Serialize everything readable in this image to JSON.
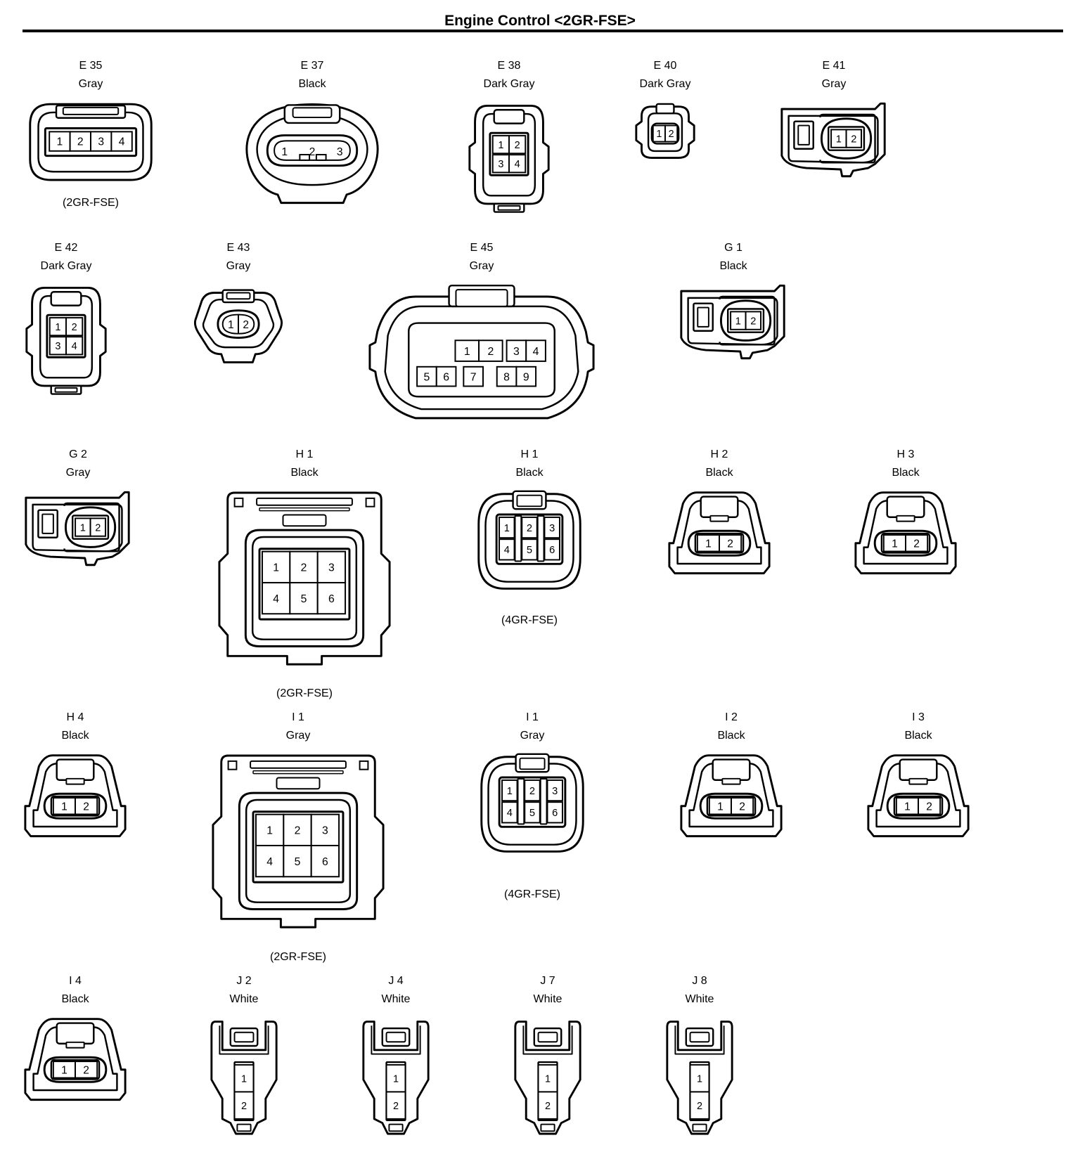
{
  "page": {
    "title": "Engine Control <2GR-FSE>"
  },
  "connectors": [
    {
      "id": "e35",
      "code": "E 35",
      "color": "Gray",
      "variant": "(2GR-FSE)",
      "shape": "wide4",
      "pins": [
        "1",
        "2",
        "3",
        "4"
      ]
    },
    {
      "id": "e37",
      "code": "E 37",
      "color": "Black",
      "shape": "oval3",
      "pins": [
        "1",
        "2",
        "3"
      ]
    },
    {
      "id": "e38",
      "code": "E 38",
      "color": "Dark Gray",
      "shape": "sq4",
      "pins": [
        "1",
        "2",
        "3",
        "4"
      ]
    },
    {
      "id": "e40",
      "code": "E 40",
      "color": "Dark Gray",
      "shape": "tiny2",
      "pins": [
        "1",
        "2"
      ]
    },
    {
      "id": "e41",
      "code": "E 41",
      "color": "Gray",
      "shape": "side2",
      "pins": [
        "1",
        "2"
      ]
    },
    {
      "id": "e42",
      "code": "E 42",
      "color": "Dark Gray",
      "shape": "sq4",
      "pins": [
        "1",
        "2",
        "3",
        "4"
      ]
    },
    {
      "id": "e43",
      "code": "E 43",
      "color": "Gray",
      "shape": "round2",
      "pins": [
        "1",
        "2"
      ]
    },
    {
      "id": "e45",
      "code": "E 45",
      "color": "Gray",
      "shape": "big9",
      "pins": [
        "1",
        "2",
        "3",
        "4",
        "5",
        "6",
        "7",
        "8",
        "9"
      ]
    },
    {
      "id": "g1",
      "code": "G 1",
      "color": "Black",
      "shape": "side2",
      "pins": [
        "1",
        "2"
      ]
    },
    {
      "id": "g2",
      "code": "G 2",
      "color": "Gray",
      "shape": "side2",
      "pins": [
        "1",
        "2"
      ]
    },
    {
      "id": "h1a",
      "code": "H 1",
      "color": "Black",
      "variant": "(2GR-FSE)",
      "shape": "box6",
      "pins": [
        "1",
        "2",
        "3",
        "4",
        "5",
        "6"
      ]
    },
    {
      "id": "h1b",
      "code": "H 1",
      "color": "Black",
      "variant": "(4GR-FSE)",
      "shape": "rnd6",
      "pins": [
        "1",
        "2",
        "3",
        "4",
        "5",
        "6"
      ]
    },
    {
      "id": "h2",
      "code": "H 2",
      "color": "Black",
      "shape": "tri2",
      "pins": [
        "1",
        "2"
      ]
    },
    {
      "id": "h3",
      "code": "H 3",
      "color": "Black",
      "shape": "tri2",
      "pins": [
        "1",
        "2"
      ]
    },
    {
      "id": "h4",
      "code": "H 4",
      "color": "Black",
      "shape": "tri2",
      "pins": [
        "1",
        "2"
      ]
    },
    {
      "id": "i1a",
      "code": "I 1",
      "color": "Gray",
      "variant": "(2GR-FSE)",
      "shape": "box6",
      "pins": [
        "1",
        "2",
        "3",
        "4",
        "5",
        "6"
      ]
    },
    {
      "id": "i1b",
      "code": "I 1",
      "color": "Gray",
      "variant": "(4GR-FSE)",
      "shape": "rnd6",
      "pins": [
        "1",
        "2",
        "3",
        "4",
        "5",
        "6"
      ]
    },
    {
      "id": "i2",
      "code": "I 2",
      "color": "Black",
      "shape": "tri2",
      "pins": [
        "1",
        "2"
      ]
    },
    {
      "id": "i3",
      "code": "I 3",
      "color": "Black",
      "shape": "tri2",
      "pins": [
        "1",
        "2"
      ]
    },
    {
      "id": "i4",
      "code": "I 4",
      "color": "Black",
      "shape": "tri2",
      "pins": [
        "1",
        "2"
      ]
    },
    {
      "id": "j2",
      "code": "J 2",
      "color": "White",
      "shape": "plug2",
      "pins": [
        "1",
        "2"
      ]
    },
    {
      "id": "j4",
      "code": "J 4",
      "color": "White",
      "shape": "plug2",
      "pins": [
        "1",
        "2"
      ]
    },
    {
      "id": "j7",
      "code": "J 7",
      "color": "White",
      "shape": "plug2",
      "pins": [
        "1",
        "2"
      ]
    },
    {
      "id": "j8",
      "code": "J 8",
      "color": "White",
      "shape": "plug2",
      "pins": [
        "1",
        "2"
      ]
    }
  ]
}
